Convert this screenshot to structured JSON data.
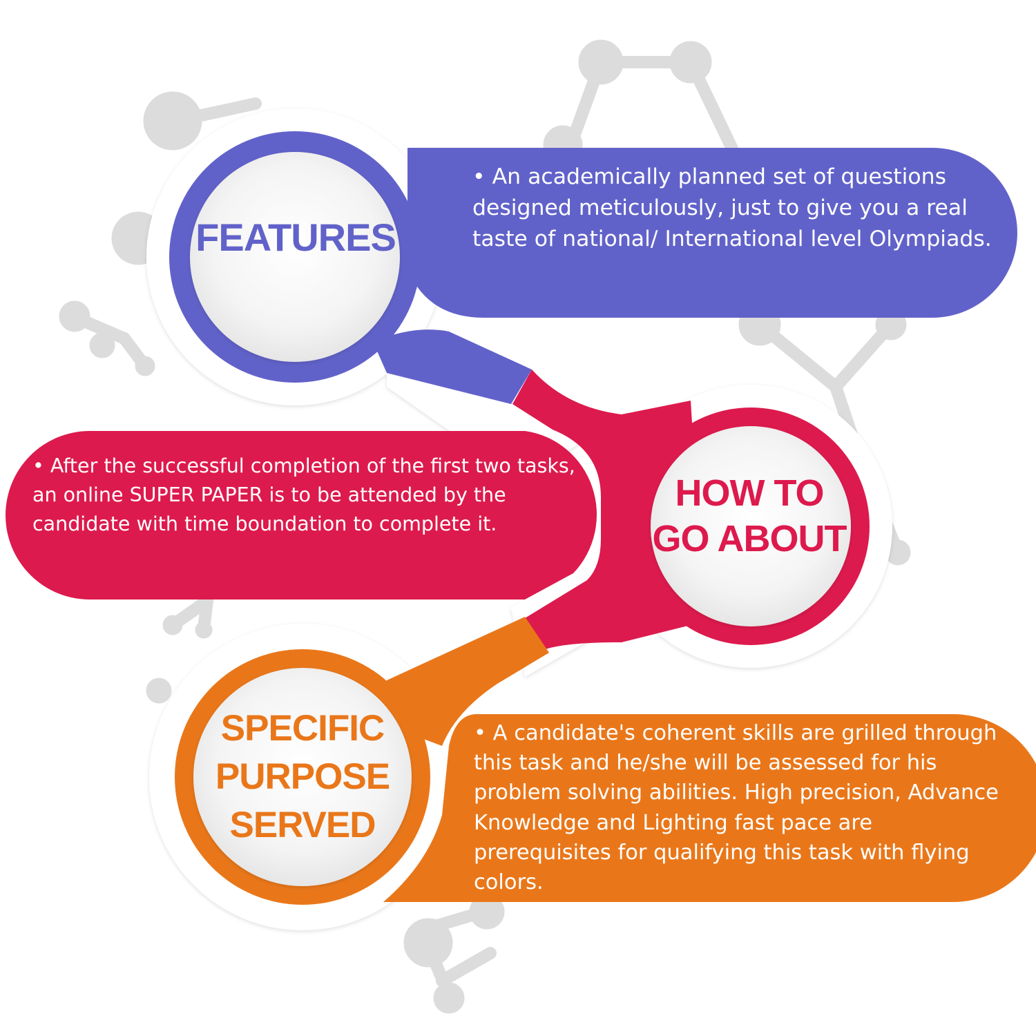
{
  "colors": {
    "features": "#6162c9",
    "how_to": "#dd1a4d",
    "purpose": "#e9771a",
    "background_molecule": "#dcdcdc"
  },
  "features": {
    "title": "FEATURES",
    "text": "• An academically planned set of questions designed meticulously, just to give you a real taste of national/ International level Olympiads."
  },
  "how_to": {
    "title_line1": "HOW TO",
    "title_line2": "GO ABOUT",
    "text": "• After the successful completion of the first two tasks, an online SUPER PAPER is to be attended by the candidate with time boundation to complete it."
  },
  "purpose": {
    "title_line1": "SPECIFIC",
    "title_line2": "PURPOSE",
    "title_line3": "SERVED",
    "text": "• A candidate's coherent skills are grilled through this task and he/she will be assessed for his problem solving abilities. High precision, Advance Knowledge and Lighting fast pace are prerequisites for qualifying this task with flying colors."
  }
}
